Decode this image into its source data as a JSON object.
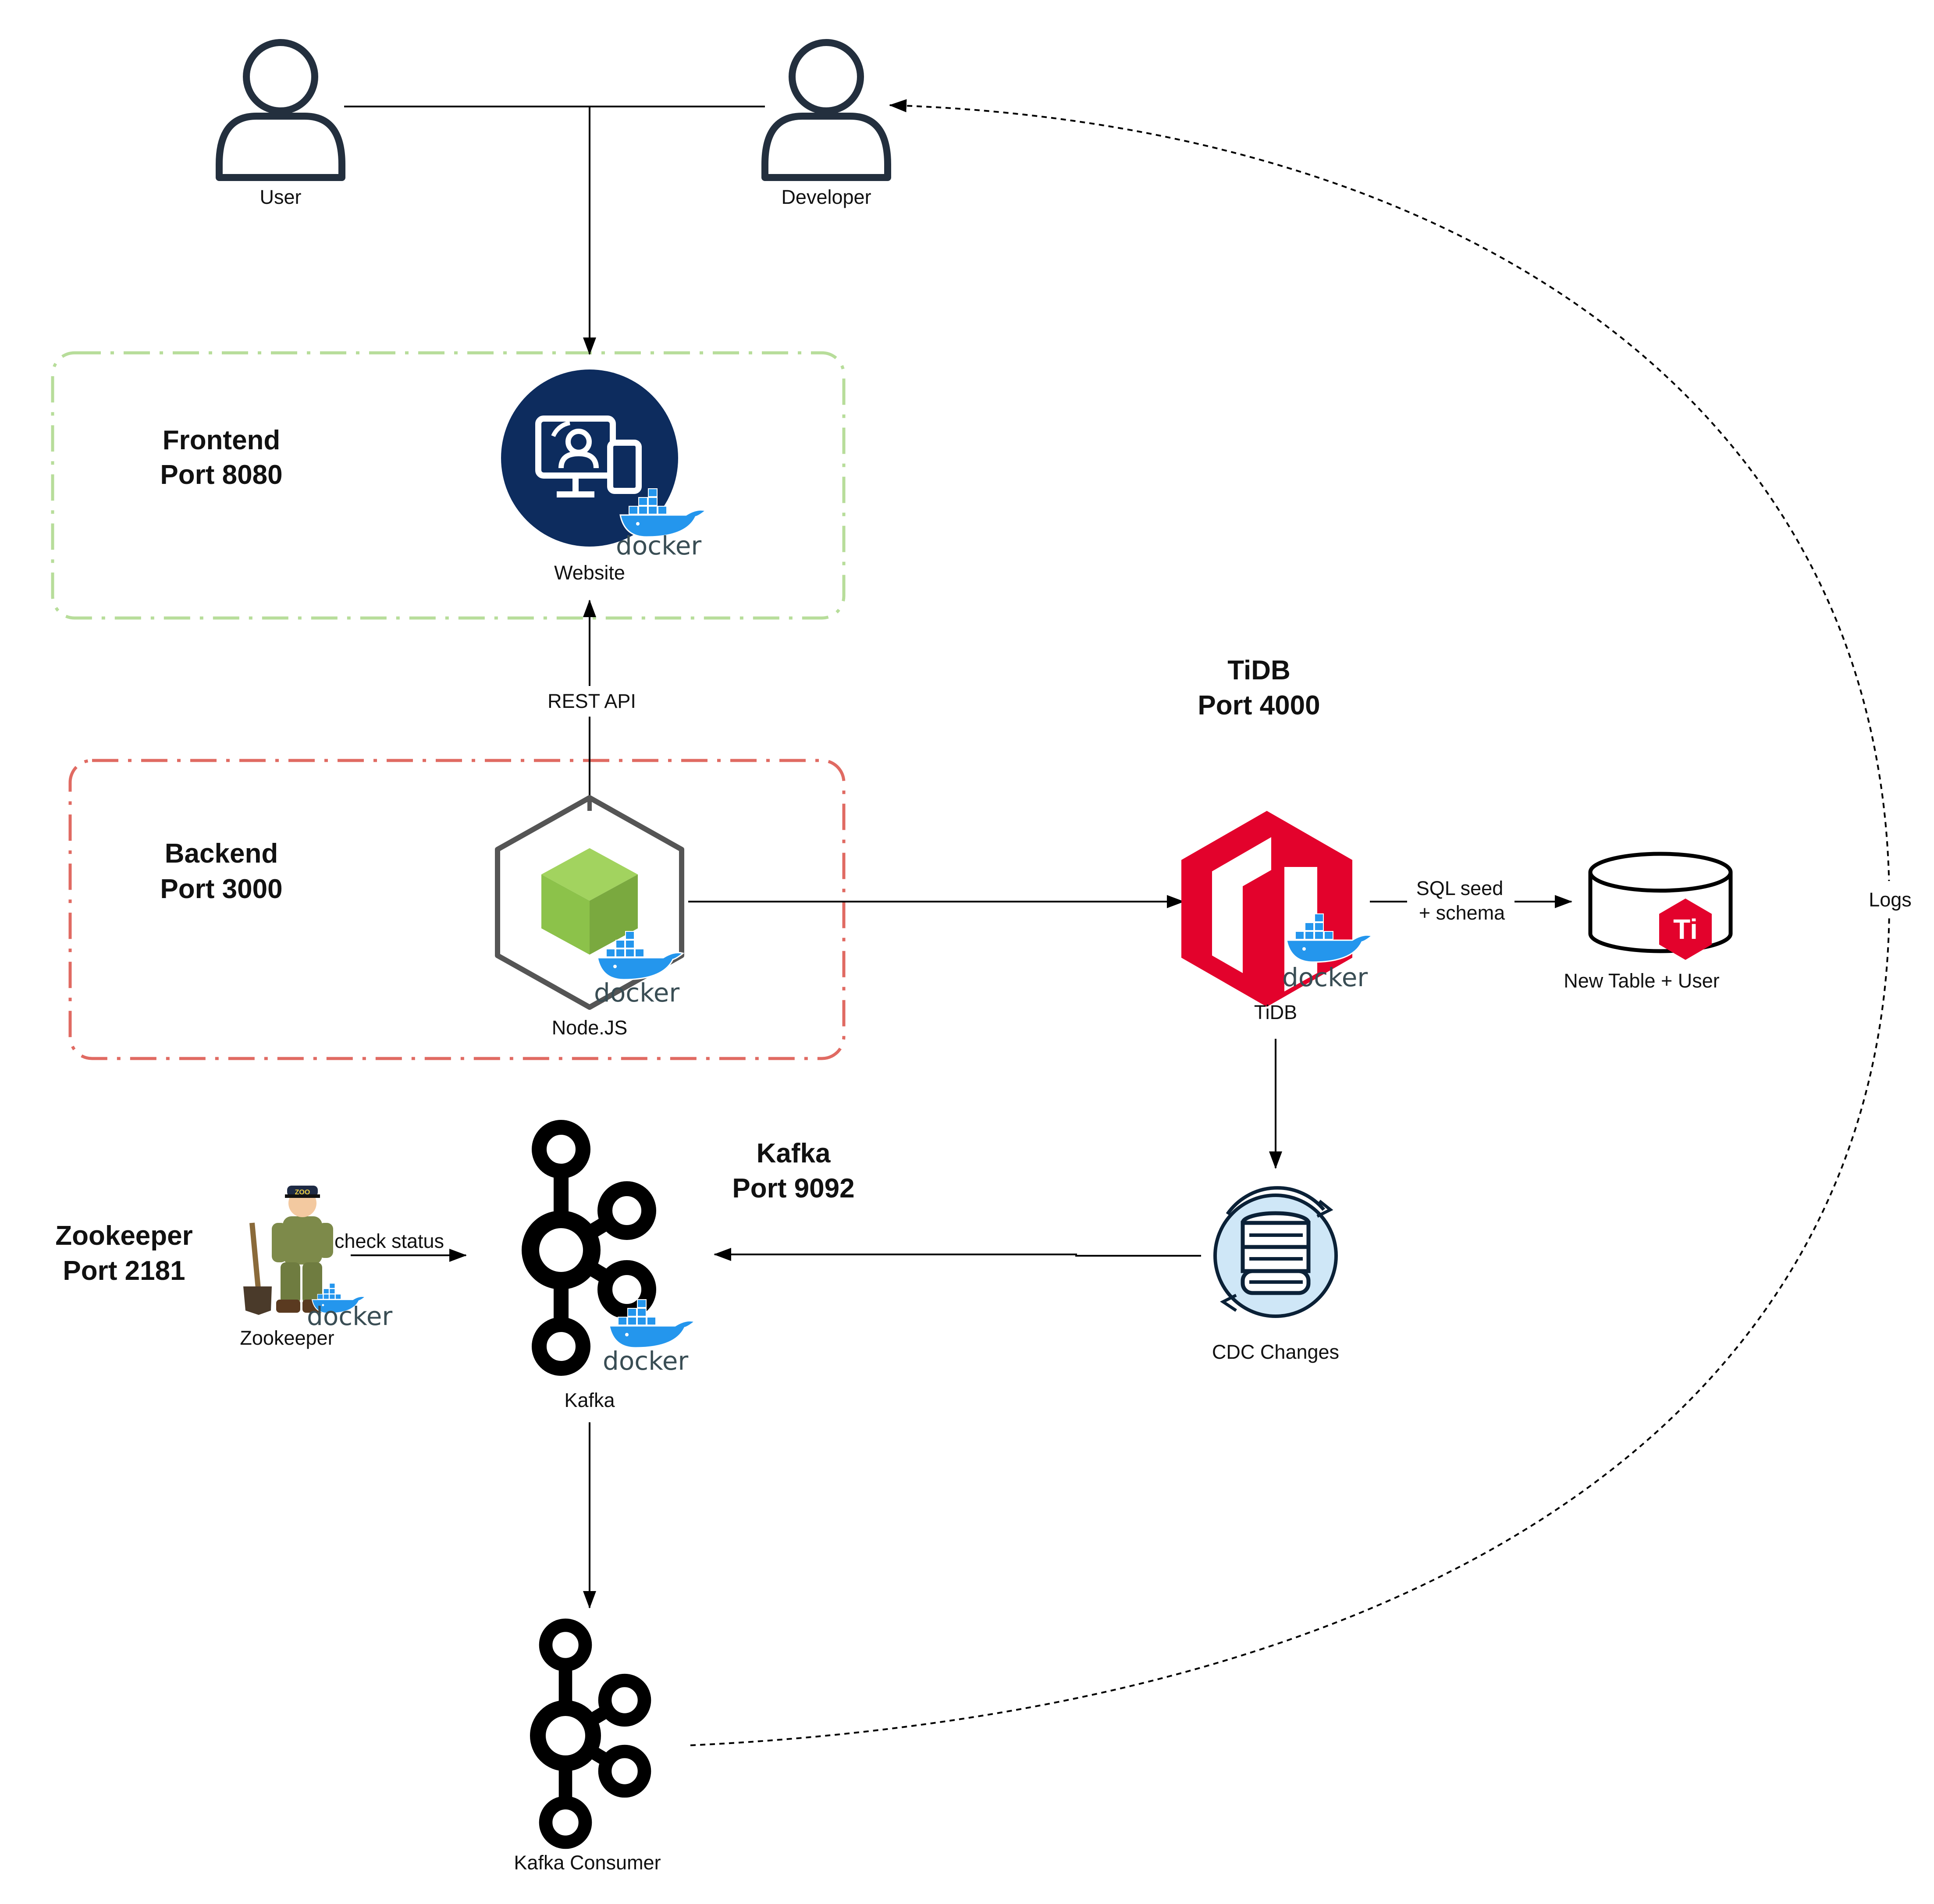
{
  "groups": {
    "frontend": {
      "name": "Frontend",
      "port": "Port 8080"
    },
    "backend": {
      "name": "Backend",
      "port": "Port 3000"
    },
    "tidb": {
      "name": "TiDB",
      "port": "Port 4000"
    },
    "kafka": {
      "name": "Kafka",
      "port": "Port 9092"
    },
    "zookeeper": {
      "name": "Zookeeper",
      "port": "Port 2181"
    }
  },
  "nodes": {
    "user": "User",
    "developer": "Developer",
    "website": "Website",
    "nodejs": "Node.JS",
    "tidb": "TiDB",
    "new_table": "New Table + User",
    "cdc": "CDC Changes",
    "zookeeper": "Zookeeper",
    "kafka": "Kafka",
    "kafka_consumer": "Kafka Consumer"
  },
  "edges": {
    "rest_api": "REST API",
    "sql_seed_1": "SQL seed",
    "sql_seed_2": "+ schema",
    "check_status": "check status",
    "logs": "Logs"
  },
  "badges": {
    "docker": "docker",
    "ti_logo": "Ti",
    "zoo_cap": "ZOO"
  },
  "colors": {
    "frontend_border": "#b7dd9a",
    "backend_border": "#e06a62",
    "website_bg": "#0d2c5e",
    "tidb_red": "#e3022c",
    "node_green": "#8cc24a",
    "docker_blue": "#2496ed",
    "cdc_bg": "#cfe7f7"
  }
}
